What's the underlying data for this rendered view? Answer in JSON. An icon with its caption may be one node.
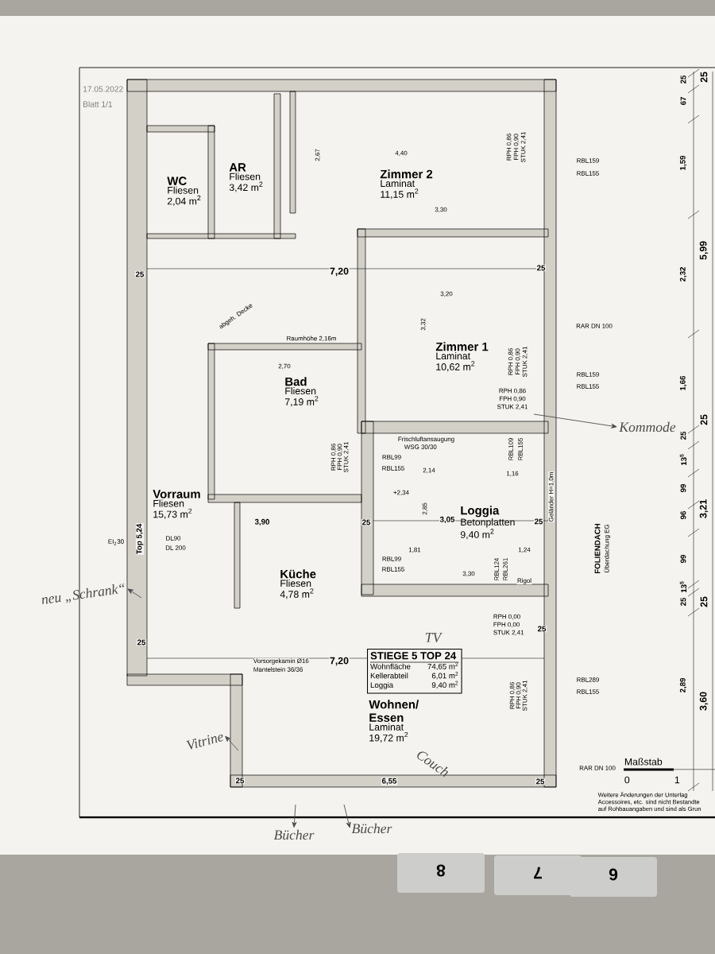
{
  "diagram": {
    "nodes": [
      {
        "text": [
          "WC",
          "Fliesen",
          "2,04 m$^{2}$"
        ]
      },
      {
        "text": [
          "AR",
          "Fliesen",
          "3,42 m$^{2}$"
        ]
      },
      {
        "text": [
          "Zimmer 2",
          "Laminat",
          "11,15 m$^{2}$"
        ]
      },
      {
        "text": [
          "Zimmer 1",
          "Laminat",
          "10,62 m$^{2}$"
        ]
      },
      {
        "text": [
          "Bad",
          "Fliesen",
          "7,19 m$^{2}$"
        ]
      },
      {
        "text": [
          "Vorraum",
          "Fliesen",
          "15,73 m$^{2}$"
        ]
      },
      {
        "text": [
          "Küche",
          "Fliesen",
          "4,78 m$^{2}$"
        ]
      },
      {
        "text": [
          "Loggia",
          "Betonplatten",
          "9,40 m$^{2}$"
        ]
      },
      {
        "text": [
          "Wohnen/ Essen",
          "Laminat",
          "19,72 m$^{2}$"
        ]
      },
      {
        "text": [
          "STIEGE 5 TOP 24",
          "Wohnfläche",
          "74,65 m$^{2}$",
          "Kellerabteil",
          "6,01 m$^{2}$",
          "Loggia",
          "9,40 m$^{2}$"
        ]
      },
      {
        "text": [
          "Kommode"
        ]
      },
      {
        "text": [
          "neu „Schrank“"
        ]
      },
      {
        "text": [
          "Vitrine"
        ]
      },
      {
        "text": [
          "Bücher"
        ]
      },
      {
        "text": [
          "Bücher"
        ]
      }
    ],
    "edges": [
      {
        "from": null,
        "to": 10,
        "arrow": "to"
      },
      {
        "from": null,
        "to": 11,
        "arrow": "to"
      },
      {
        "from": null,
        "to": 12,
        "arrow": "to"
      },
      {
        "from": null,
        "to": 13,
        "arrow": "to"
      },
      {
        "from": null,
        "to": 14,
        "arrow": "to"
      }
    ],
    "labels": [
      "17.05.2022",
      "Blatt 1/1",
      "25",
      "67",
      "1,59",
      "2,32",
      "1,66",
      "25",
      "13$^{5}$",
      "99",
      "96",
      "99",
      "13$^{5}$",
      "25",
      "2,89",
      "25",
      "5,99",
      "25",
      "3,21",
      "25",
      "3,60",
      "2,67",
      "4,40",
      "RPH 0,86",
      "FPH 0,90",
      "STUK 2,41",
      "RBL159",
      "RBL155",
      "3,30",
      "3,20",
      "3,32",
      "RAR DN 100",
      "RPH 0,86",
      "FPH 0,90",
      "STUK 2,41",
      "RPH 0,86",
      "FPH 0,90",
      "STUK 2,41",
      "RBL159",
      "RBL155",
      "25",
      "7,20",
      "25",
      "abgeh. Decke",
      "Raumhöhe 2,16m",
      "2,70",
      "RPH 0,86",
      "FPH 0,90",
      "STUK 2,41",
      "RBL99",
      "RBL155",
      "Frischluftansaugung",
      "WSG 30/30",
      "RBL109",
      "RBL155",
      "2,14",
      "1,16",
      "+2,34",
      "2,85",
      "3,90",
      "25",
      "3,05",
      "25",
      "Geländer H=1,0m",
      "Top 5,24",
      "EI$_{2}$30",
      "DL90",
      "DL 200",
      "1,81",
      "1,24",
      "RBL99",
      "RBL155",
      "3,30",
      "RBL124",
      "RBL261",
      "Rigol",
      "FOLIENDACH",
      "Überdachung EG",
      "RPH 0,00",
      "FPH 0,00",
      "STUK 2,41",
      "TV",
      "25",
      "25",
      "7,20",
      "Vorsorgekamin Ø16",
      "Mantelstein 36/36",
      "RBL289",
      "RBL155",
      "RPH 0,86",
      "FPH 0,90",
      "STUK 2,41",
      "Couch",
      "RAR DN 100",
      "Maßstab",
      "25",
      "6,55",
      "25",
      "0",
      "1",
      "Weitere Änderungen der Unterlag",
      "Accessoires, etc. sind nicht Bestandte",
      "auf Rohbauangaben und sind als Grun",
      "8",
      "7",
      "6"
    ]
  }
}
